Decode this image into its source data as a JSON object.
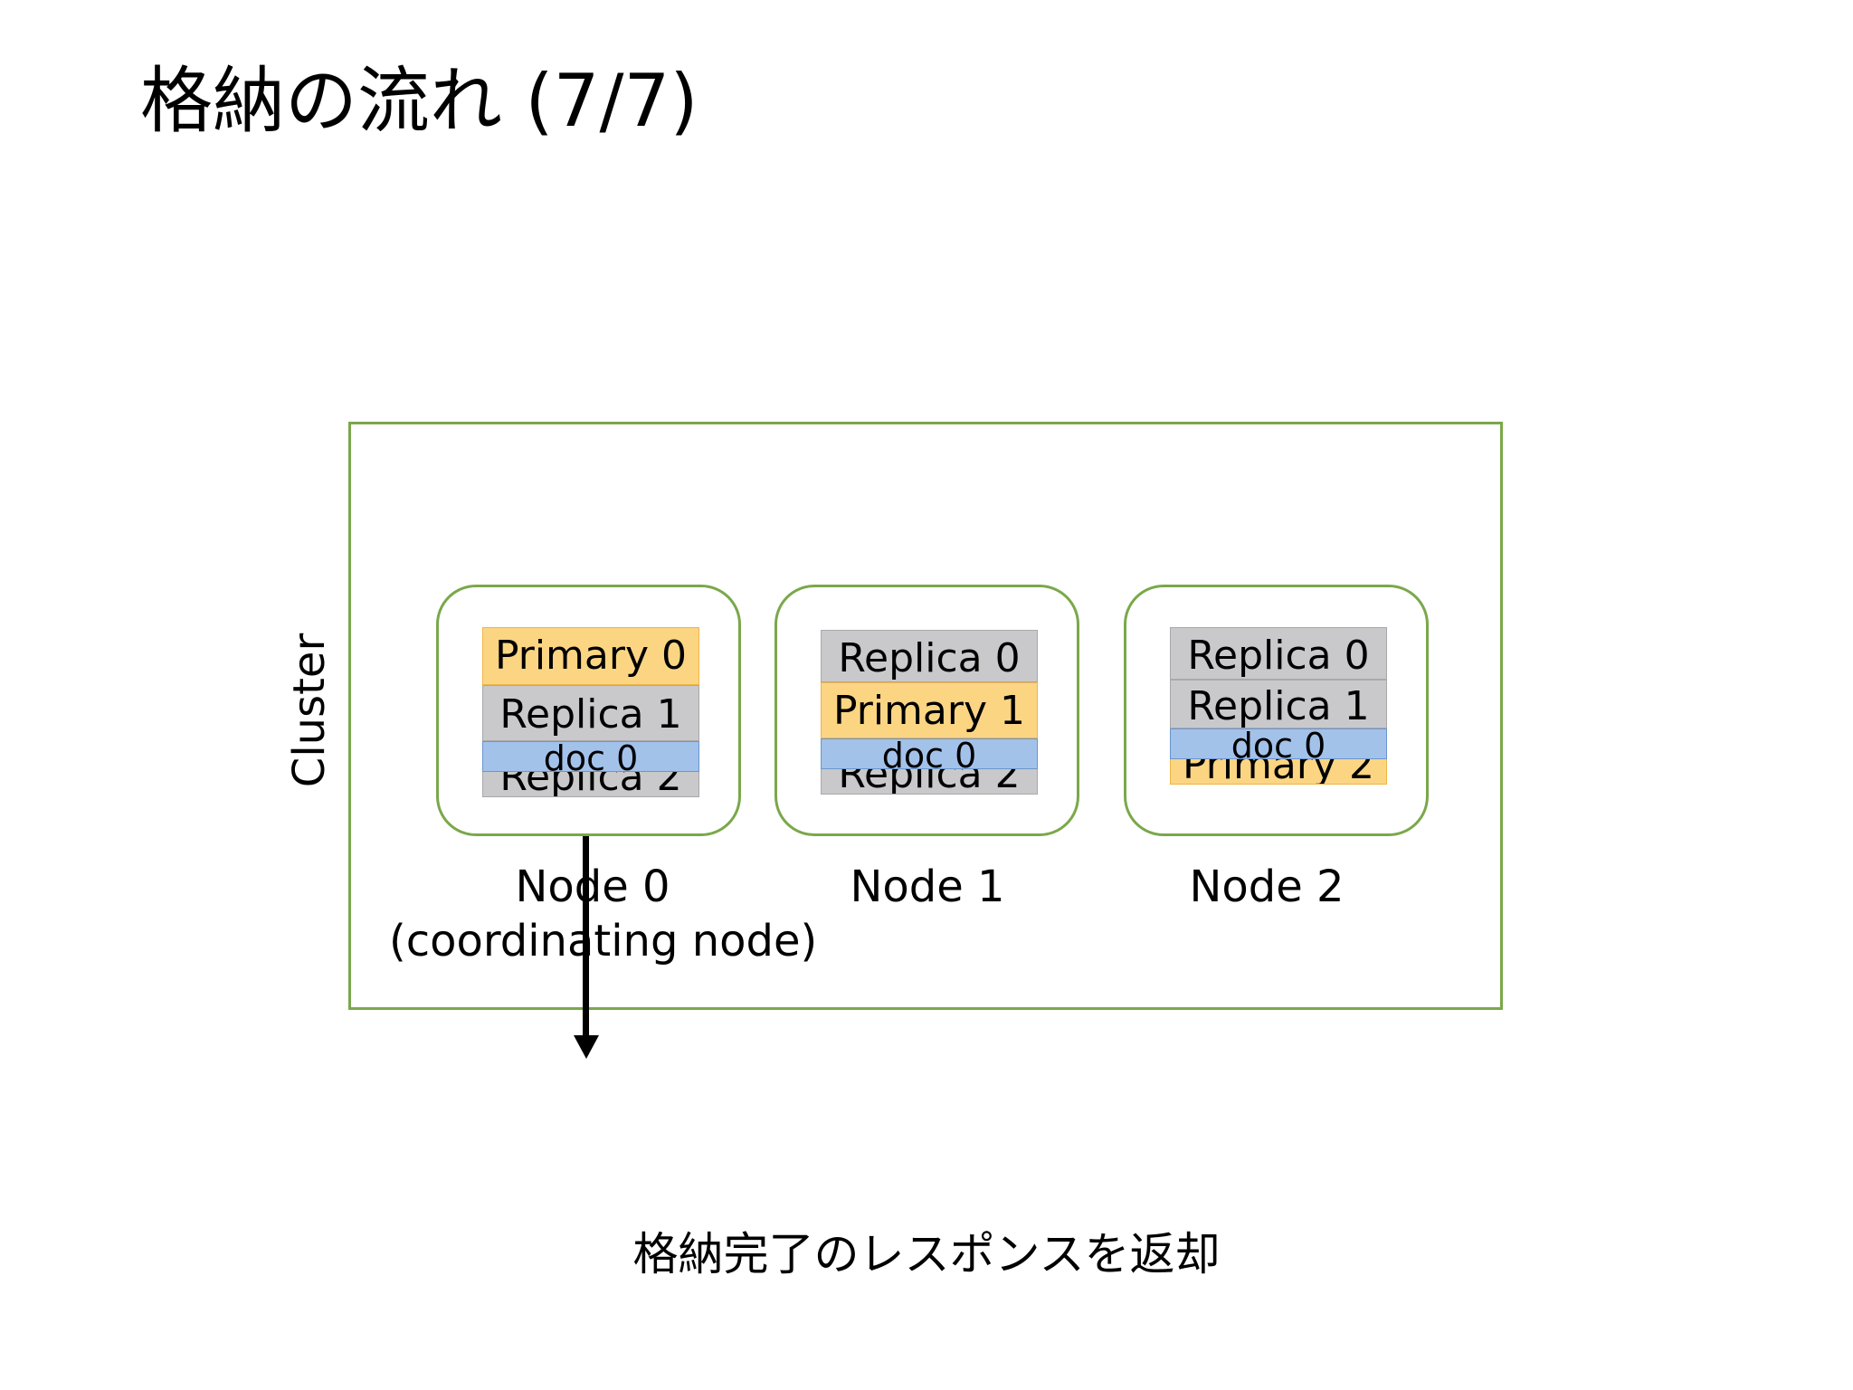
{
  "title": "格納の流れ (7/7)",
  "cluster_label": "Cluster",
  "nodes": [
    {
      "label": "Node 0",
      "sublabel": "(coordinating node)",
      "shards": [
        {
          "label": "Primary 0",
          "kind": "primary"
        },
        {
          "label": "Replica 1",
          "kind": "replica"
        },
        {
          "label": "Replica 2",
          "kind": "replica"
        }
      ],
      "doc": "doc 0"
    },
    {
      "label": "Node 1",
      "shards": [
        {
          "label": "Replica 0",
          "kind": "replica"
        },
        {
          "label": "Primary 1",
          "kind": "primary"
        },
        {
          "label": "Replica 2",
          "kind": "replica"
        }
      ],
      "doc": "doc 0"
    },
    {
      "label": "Node 2",
      "shards": [
        {
          "label": "Replica 0",
          "kind": "replica"
        },
        {
          "label": "Replica 1",
          "kind": "replica"
        },
        {
          "label": "Primary 2",
          "kind": "primary"
        }
      ],
      "doc": "doc 0"
    }
  ],
  "footer": "格納完了のレスポンスを返却",
  "colors": {
    "border_green": "#7aa84a",
    "primary": "#fcd583",
    "replica": "#c9c9cb",
    "doc": "#a3c2ea"
  }
}
